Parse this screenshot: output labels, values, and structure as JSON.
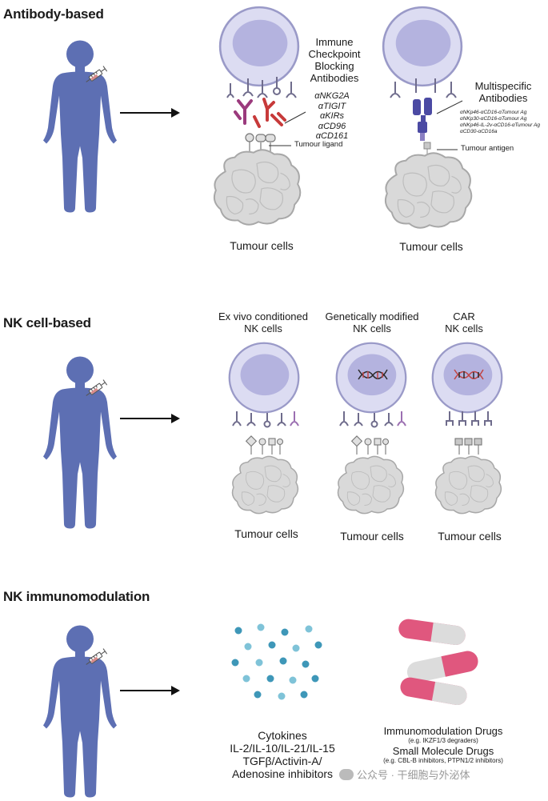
{
  "sections": {
    "antibody": {
      "title": "Antibody-based",
      "checkpoint_label": [
        "Immune",
        "Checkpoint",
        "Blocking",
        "Antibodies"
      ],
      "checkpoint_antibodies": [
        "αNKG2A",
        "αTIGIT",
        "αKIRs",
        "αCD96",
        "αCD161"
      ],
      "tumour_ligand": "Tumour ligand",
      "tumour_cells_1": "Tumour cells",
      "multispecific_label": [
        "Multispecific",
        "Antibodies"
      ],
      "multispecific_list": [
        "αNKp46-αCD16-αTumour Ag",
        "αNKp30-αCD16-αTumour Ag",
        "αNKp46-IL-2v-αCD16-αTumour Ag",
        "αCD30-αCD16a"
      ],
      "tumour_antigen": "Tumour antigen",
      "tumour_cells_2": "Tumour cells"
    },
    "nk_cell": {
      "title": "NK cell-based",
      "ex_vivo": [
        "Ex vivo conditioned",
        "NK cells"
      ],
      "genetic": [
        "Genetically modified",
        "NK cells"
      ],
      "car": [
        "CAR",
        "NK cells"
      ],
      "tumour_cells_1": "Tumour cells",
      "tumour_cells_2": "Tumour cells",
      "tumour_cells_3": "Tumour cells"
    },
    "immunomod": {
      "title": "NK immunomodulation",
      "cytokines": [
        "Cytokines",
        "IL-2/IL-10/IL-21/IL-15",
        "TGFβ/Activin-A/",
        "Adenosine inhibitors"
      ],
      "immuno_drugs": "Immunomodulation Drugs",
      "immuno_drugs_eg": "(e.g. IKZF1/3 degraders)",
      "small_molecule": "Small Molecule Drugs",
      "small_molecule_eg": "(e.g. CBL-B inhibitors, PTPN1/2 inhibitors)"
    }
  },
  "watermark": "公众号 · 干细胞与外泌体",
  "colors": {
    "person": "#5d6fb3",
    "nk_cell_fill": "#dcdcf2",
    "nk_cell_stroke": "#9a9ac8",
    "nucleus": "#b4b3df",
    "tumour_fill": "#d9d9d9",
    "tumour_stroke": "#a8a8a8",
    "receptor": "#6f6c8c",
    "antibody_purple": "#9b3a7d",
    "antibody_red": "#c73a3a",
    "multispecific": "#4b4aa3",
    "cytokine_blue": "#3e97b8",
    "pill_pink": "#e0577e",
    "pill_grey": "#dcdcdc"
  }
}
